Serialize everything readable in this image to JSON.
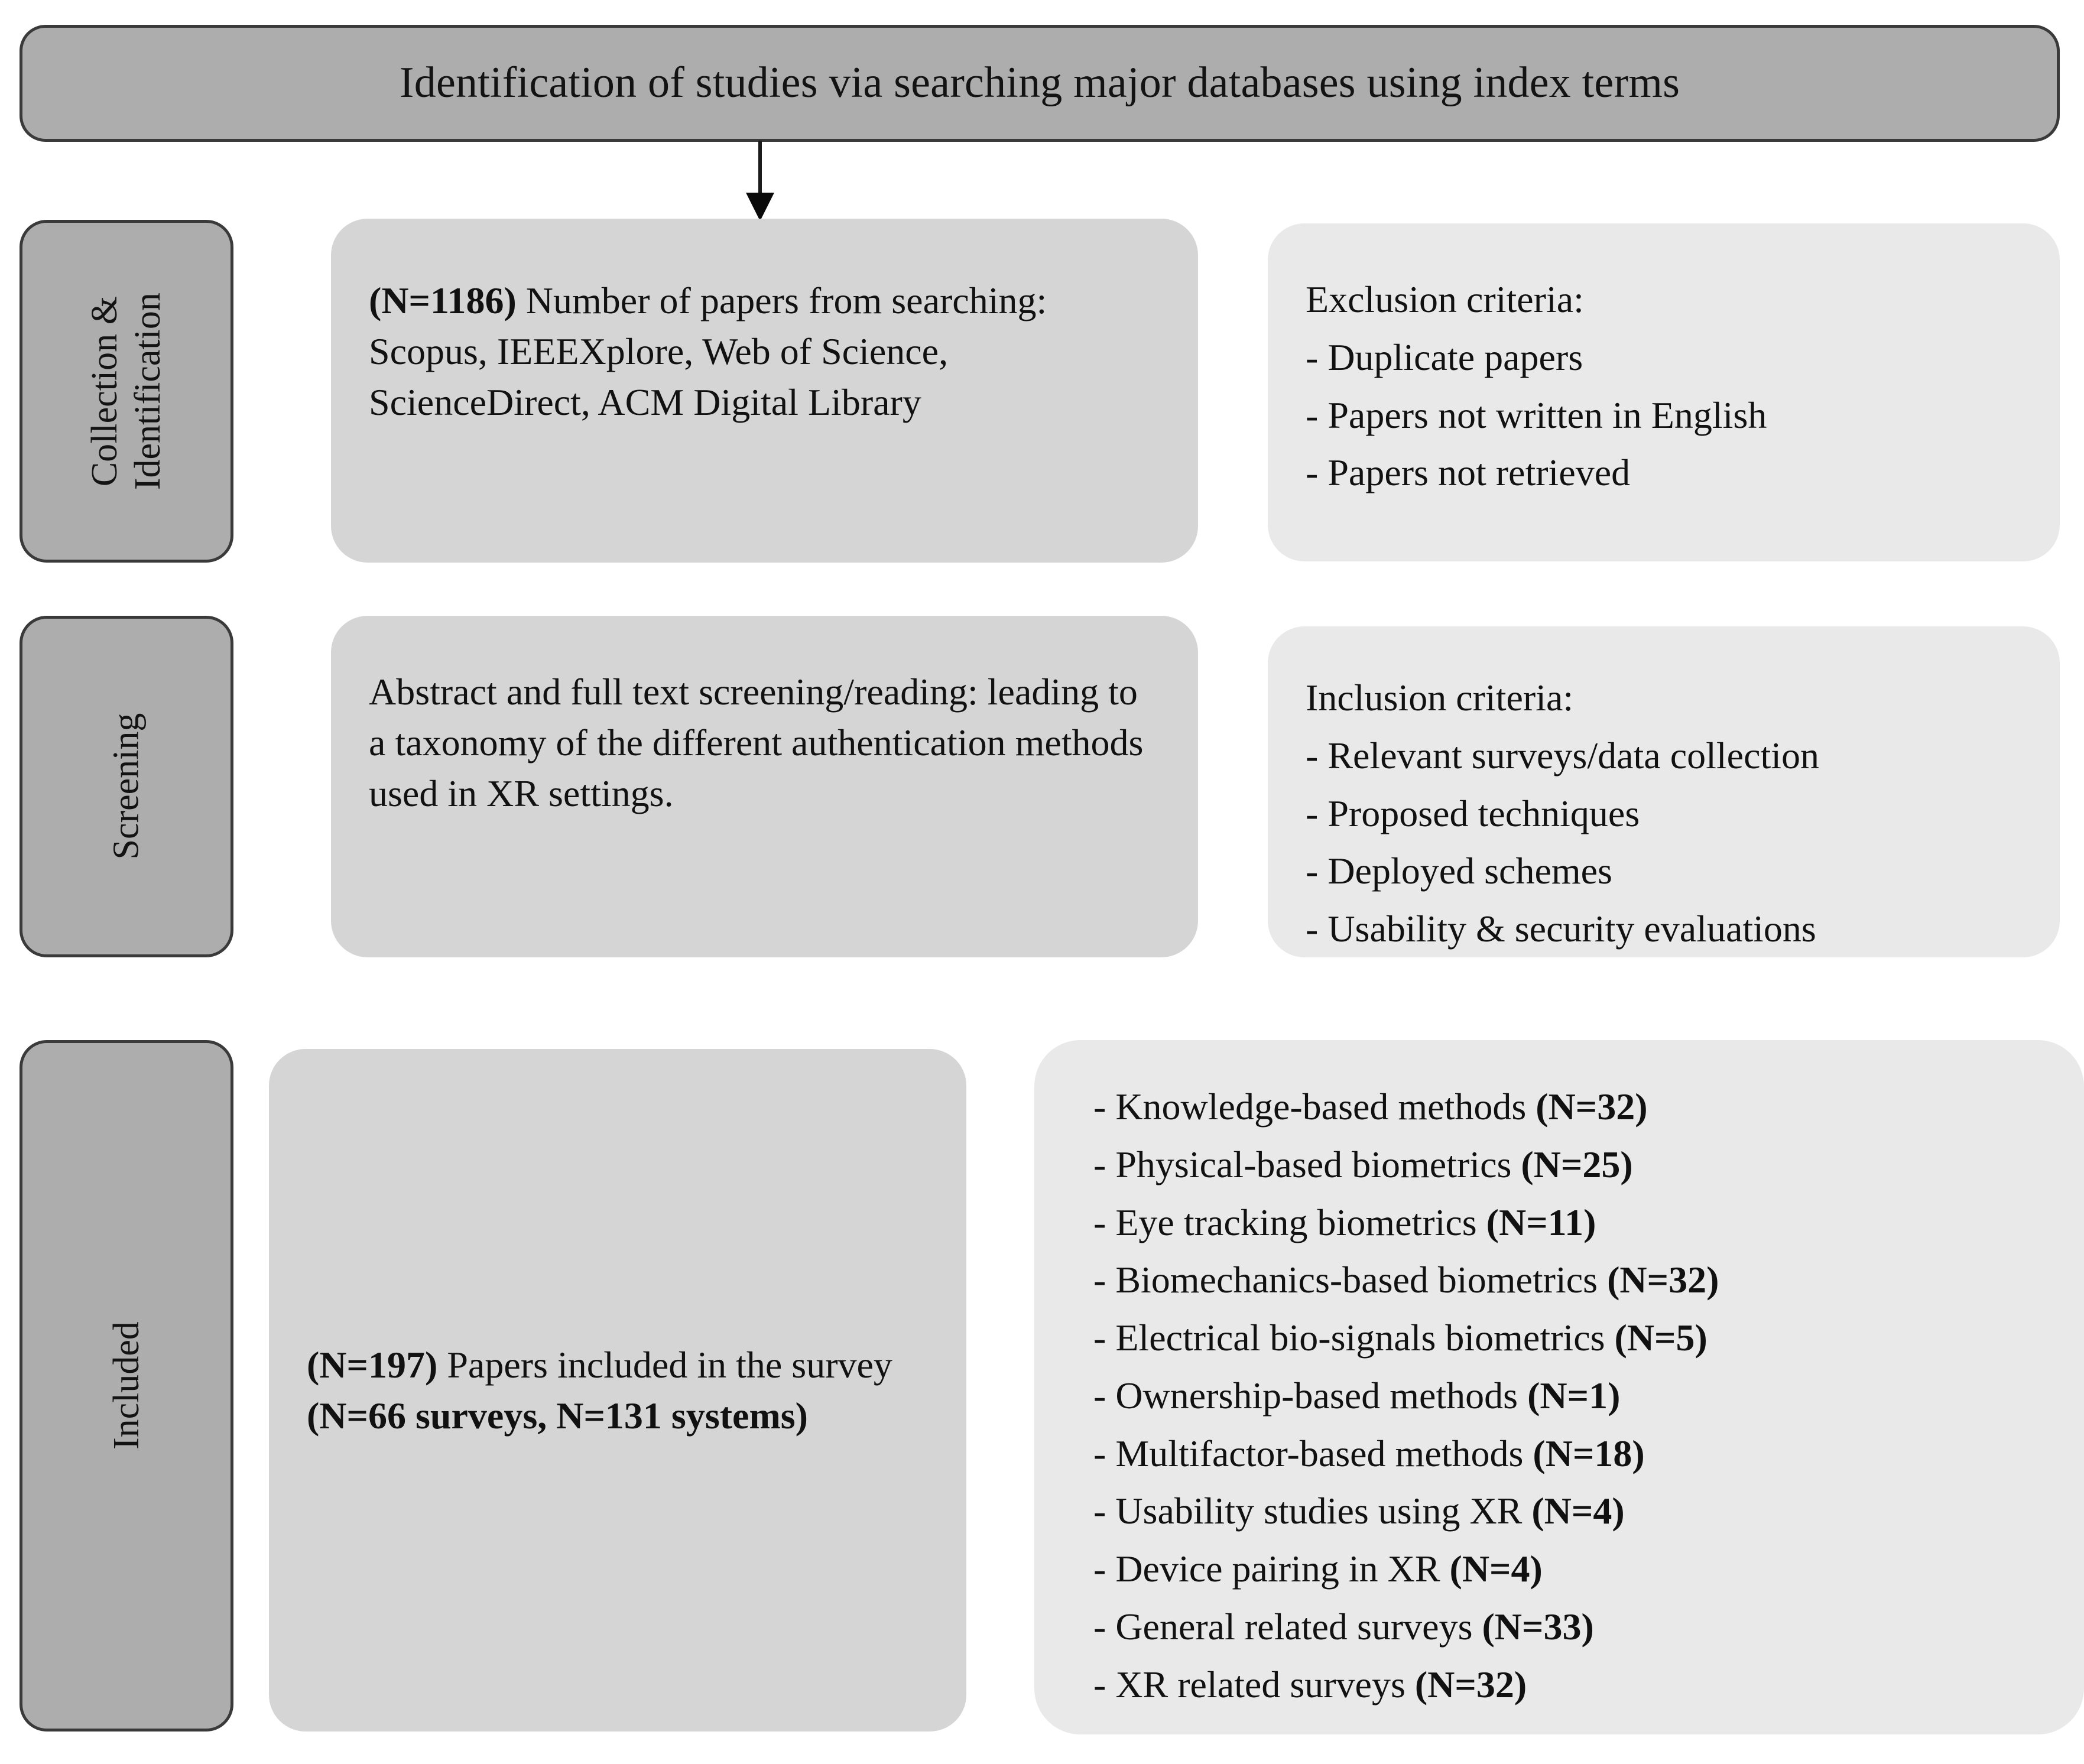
{
  "header": {
    "title": "Identification of studies via searching major databases using index terms"
  },
  "connector": {
    "icon": "down-arrow-icon"
  },
  "stages": [
    {
      "key": "collection",
      "label_line1": "Collection &",
      "label_line2": "Identification"
    },
    {
      "key": "screening",
      "label_line1": "Screening",
      "label_line2": ""
    },
    {
      "key": "included",
      "label_line1": "Included",
      "label_line2": ""
    }
  ],
  "rows": {
    "identification": {
      "source_box": {
        "count_label": "(N=1186)",
        "text": " Number of papers from searching: Scopus, IEEEXplore, Web of Science, ScienceDirect, ACM Digital Library"
      },
      "criteria_box": {
        "heading": "Exclusion criteria:",
        "items": [
          "- Duplicate papers",
          "- Papers not written in English",
          "- Papers not retrieved"
        ]
      }
    },
    "screening": {
      "process_box": {
        "text": "Abstract and full text screening/reading: leading to a taxonomy of the different authentication methods used in XR settings."
      },
      "criteria_box": {
        "heading": "Inclusion criteria:",
        "items": [
          "- Relevant surveys/data collection",
          "- Proposed techniques",
          "- Deployed schemes",
          "- Usability & security evaluations"
        ]
      }
    },
    "included": {
      "summary_box": {
        "count_label": "(N=197)",
        "text_part1": " Papers included in the survey ",
        "count_detail": "(N=66 surveys, N=131 systems)"
      },
      "breakdown_box": {
        "items": [
          {
            "label": "- Knowledge-based methods ",
            "count": "(N=32)"
          },
          {
            "label": "- Physical-based biometrics ",
            "count": "(N=25)"
          },
          {
            "label": "- Eye tracking biometrics ",
            "count": "(N=11)"
          },
          {
            "label": "- Biomechanics-based biometrics ",
            "count": "(N=32)"
          },
          {
            "label": "- Electrical bio-signals biometrics ",
            "count": "(N=5)"
          },
          {
            "label": "- Ownership-based methods ",
            "count": "(N=1)"
          },
          {
            "label": "- Multifactor-based methods ",
            "count": "(N=18)"
          },
          {
            "label": "- Usability studies using XR ",
            "count": "(N=4)"
          },
          {
            "label": "- Device pairing in XR ",
            "count": "(N=4)"
          },
          {
            "label": "- General related surveys ",
            "count": "(N=33)"
          },
          {
            "label": "- XR related surveys ",
            "count": "(N=32)"
          }
        ]
      }
    }
  },
  "colors": {
    "header_fill": "#adadad",
    "stage_fill": "#adadad",
    "box_fill_dark": "#d5d5d5",
    "box_fill_light": "#e9e9e9",
    "border": "#3a3a3a",
    "text": "#131313"
  }
}
